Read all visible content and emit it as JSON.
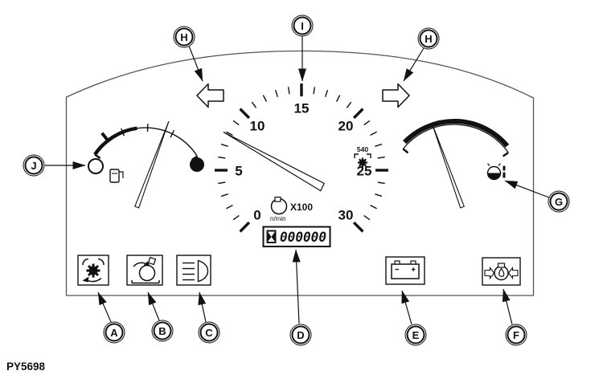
{
  "figure": {
    "caption": "PY5698"
  },
  "callouts": {
    "h_left": "H",
    "i": "I",
    "h_right": "H",
    "j": "J",
    "g": "G",
    "a": "A",
    "b": "B",
    "c": "C",
    "d": "D",
    "e": "E",
    "f": "F"
  },
  "tachometer": {
    "type": "dial",
    "min": 0,
    "max": 30,
    "major_step": 5,
    "labels": [
      "0",
      "5",
      "10",
      "15",
      "20",
      "25",
      "30"
    ],
    "needle_value": 8,
    "multiplier_label": "X100",
    "unit_label": "n/min",
    "pto_speed_label": "540",
    "hour_meter": {
      "value": "000000"
    }
  },
  "gauges": {
    "fuel": {
      "empty_mark": "empty-circle",
      "full_mark": "filled-circle",
      "icon": "fuel-pump-icon"
    },
    "temperature": {
      "icon": "coolant-temperature-icon"
    }
  },
  "icons": {
    "a": "pto-engaged-icon",
    "b": "differential-lock-icon",
    "c": "headlight-icon",
    "d": "hour-meter-display",
    "e": "battery-charge-icon",
    "f": "oil-filter-icon",
    "g": "coolant-temperature-icon",
    "h": "turn-signal-arrow-icons",
    "i": "tachometer-top-mark",
    "j": "fuel-empty-mark"
  },
  "colors": {
    "line": "#111111",
    "background": "#ffffff"
  }
}
